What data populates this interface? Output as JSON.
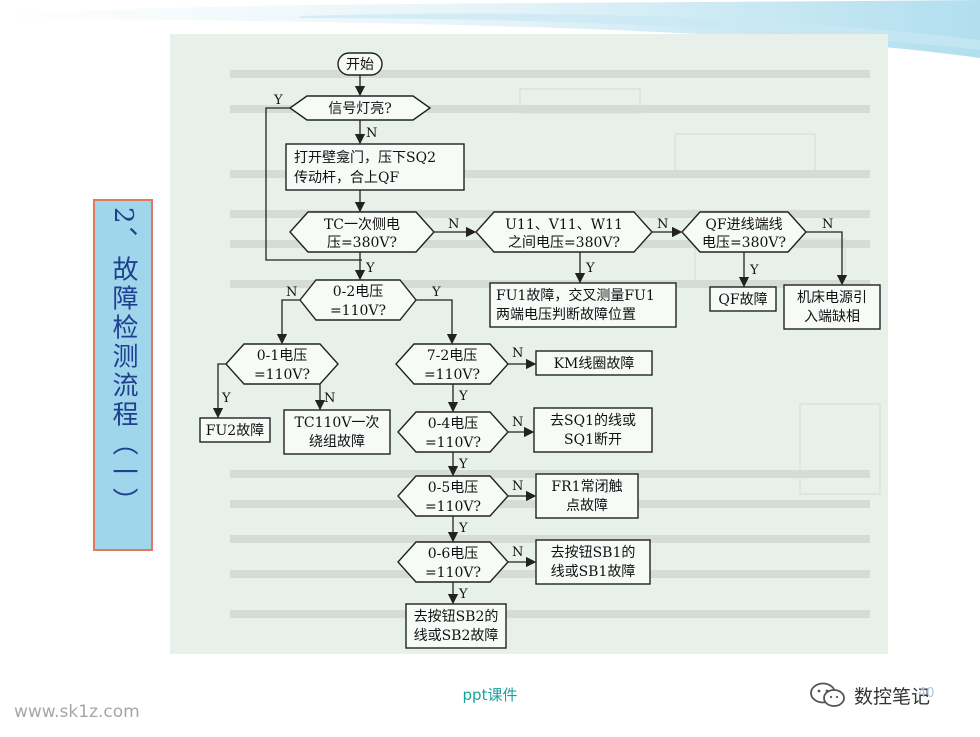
{
  "title": "2、故障检测流程（一）",
  "footer": {
    "center": "ppt课件",
    "left": "www.sk1z.com",
    "brand": "数控笔记",
    "page": "40"
  },
  "colors": {
    "title_bg": "#9fd6ec",
    "title_border": "#e07a5a",
    "title_text": "#1f3f8f",
    "footer_center": "#1aa39a"
  },
  "flowchart": {
    "start": "开始",
    "d_signal_light": [
      "信号灯亮?"
    ],
    "p_open_door": [
      "打开壁龛门，压下SQ2",
      "传动杆，合上QF"
    ],
    "d_tc_primary": [
      "TC一次侧电",
      "压=380V?"
    ],
    "d_u11_v11_w11": [
      "U11、V11、W11",
      "之间电压=380V?"
    ],
    "d_qf_terminal": [
      "QF进线端线",
      "电压=380V?"
    ],
    "p_fu1": [
      "FU1故障，交叉测量FU1",
      "两端电压判断故障位置"
    ],
    "p_qf_fault": [
      "QF故障"
    ],
    "p_power_phase": [
      "机床电源引",
      "入端缺相"
    ],
    "d_0_2": [
      "0-2电压",
      "=110V?"
    ],
    "d_0_1": [
      "0-1电压",
      "=110V?"
    ],
    "d_7_2": [
      "7-2电压",
      "=110V?"
    ],
    "p_km_coil": [
      "KM线圈故障"
    ],
    "p_fu2": [
      "FU2故障"
    ],
    "p_tc110": [
      "TC110V一次",
      "绕组故障"
    ],
    "d_0_4": [
      "0-4电压",
      "=110V?"
    ],
    "p_sq1": [
      "去SQ1的线或",
      "SQ1断开"
    ],
    "d_0_5": [
      "0-5电压",
      "=110V?"
    ],
    "p_fr1": [
      "FR1常闭触",
      "点故障"
    ],
    "d_0_6": [
      "0-6电压",
      "=110V?"
    ],
    "p_sb1": [
      "去按钮SB1的",
      "线或SB1故障"
    ],
    "p_sb2": [
      "去按钮SB2的",
      "线或SB2故障"
    ],
    "yes": "Y",
    "no": "N"
  }
}
